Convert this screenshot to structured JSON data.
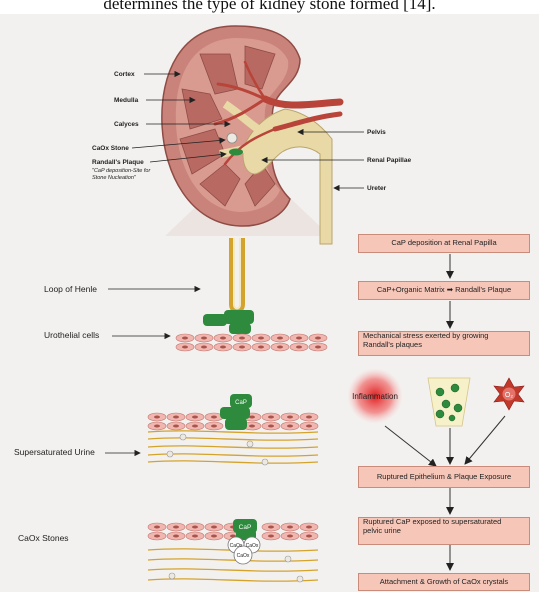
{
  "caption_fragment": "determines the type of kidney stone formed [14].",
  "kidney_labels": {
    "cortex": "Cortex",
    "medulla": "Medulla",
    "calyces": "Calyces",
    "caox_stone": "CaOx Stone",
    "randalls_plaque": "Randall's Plaque",
    "randalls_plaque_note_1": "\"CaP deposition-Site for",
    "randalls_plaque_note_2": "Stone Nucleation\"",
    "pelvis": "Pelvis",
    "renal_papillae": "Renal Papillae",
    "ureter": "Ureter"
  },
  "tissue_labels": {
    "loop_of_henle": "Loop of Henle",
    "urothelial_cells": "Urothelial cells",
    "supersaturated_urine": "Supersaturated Urine",
    "caox_stones": "CaOx Stones",
    "cap_small": "CaP",
    "cap_bottom": "CaP",
    "caox_a": "CaOx",
    "caox_b": "CaOx",
    "caox_c": "CaOx"
  },
  "factors": {
    "inflammation": "Inflammation",
    "oxygen": "O₂"
  },
  "flow_steps": {
    "step1": "CaP deposition at Renal Papilla",
    "step2_left": "CaP+Organic Matrix",
    "step2_right": "Randall's Plaque",
    "step3_line1": "Mechanical stress exerted by growing",
    "step3_line2": "Randall's plaques",
    "step4": "Ruptured Epithelium & Plaque Exposure",
    "step5_line1": "Ruptured CaP exposed to supersaturated",
    "step5_line2": "pelvic urine",
    "step6": "Attachment & Growth of CaOx crystals"
  },
  "colors": {
    "kidney": "#c9837a",
    "pyramid": "#b86a62",
    "pelvis": "#e8d9a6",
    "vessel": "#b8443a",
    "box_fill": "#f6c7b9",
    "cell_fill": "#f2b6b0",
    "plaque_green": "#2e8b3d",
    "urine_line": "#d4a32e",
    "inflammation": "#e23b3b"
  }
}
